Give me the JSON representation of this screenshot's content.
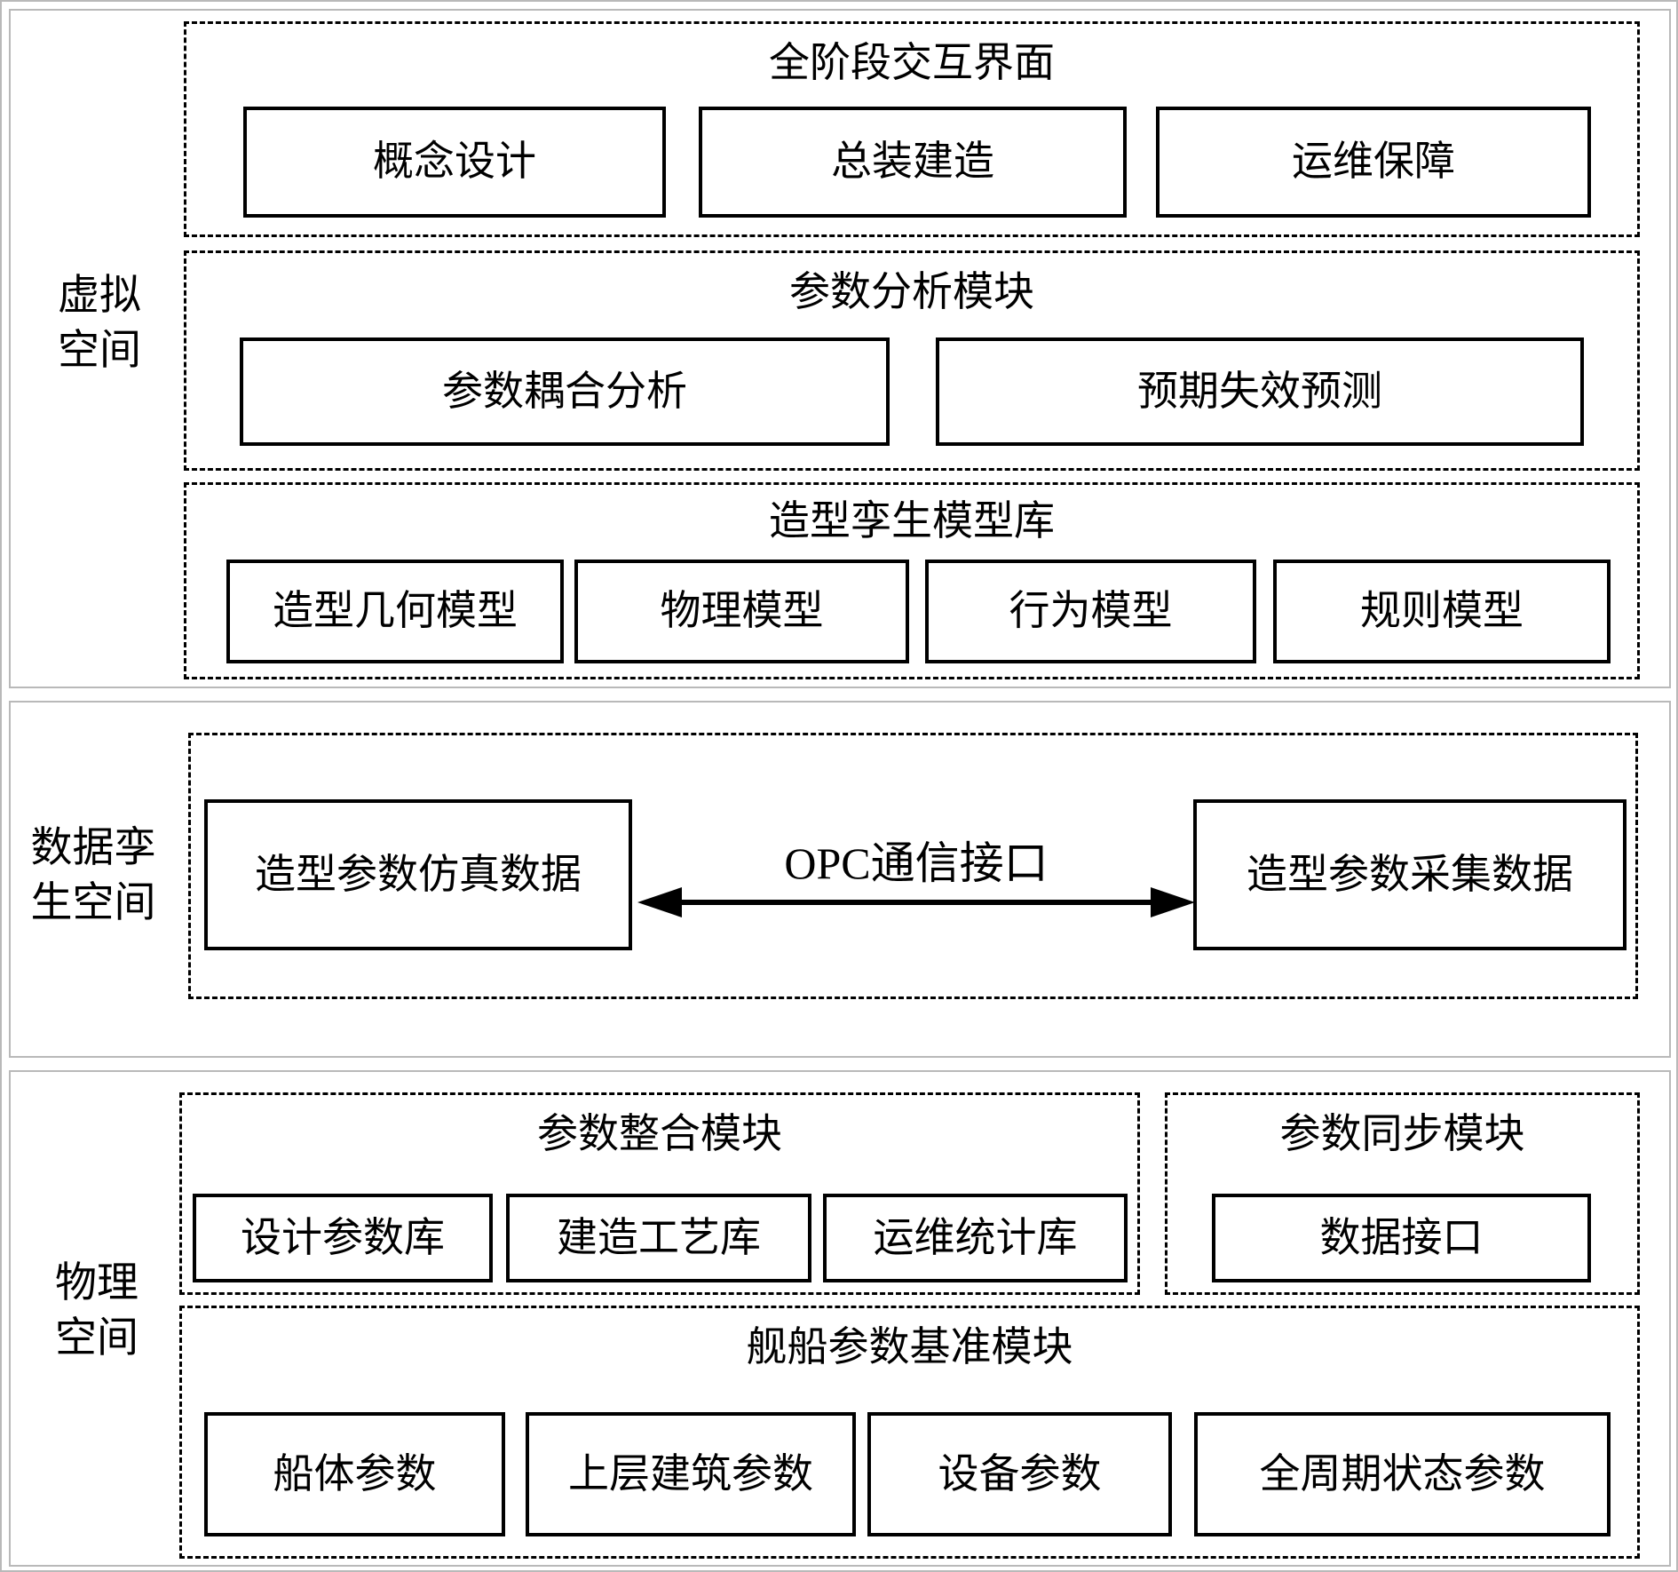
{
  "sections": {
    "virtual": {
      "label": "虚拟\n空间",
      "interface": {
        "title": "全阶段交互界面",
        "items": [
          "概念设计",
          "总装建造",
          "运维保障"
        ]
      },
      "analysis": {
        "title": "参数分析模块",
        "items": [
          "参数耦合分析",
          "预期失效预测"
        ]
      },
      "model_lib": {
        "title": "造型孪生模型库",
        "items": [
          "造型几何模型",
          "物理模型",
          "行为模型",
          "规则模型"
        ]
      }
    },
    "data_twin": {
      "label": "数据孪\n生空间",
      "left_box": "造型参数仿真数据",
      "interface_label": "OPC通信接口",
      "right_box": "造型参数采集数据"
    },
    "physical": {
      "label": "物理\n空间",
      "integration": {
        "title": "参数整合模块",
        "items": [
          "设计参数库",
          "建造工艺库",
          "运维统计库"
        ]
      },
      "sync": {
        "title": "参数同步模块",
        "items": [
          "数据接口"
        ]
      },
      "baseline": {
        "title": "舰船参数基准模块",
        "items": [
          "船体参数",
          "上层建筑参数",
          "设备参数",
          "全周期状态参数"
        ]
      }
    }
  },
  "colors": {
    "box_border": "#000000",
    "section_border": "#b9b9b9",
    "background": "#ffffff"
  }
}
